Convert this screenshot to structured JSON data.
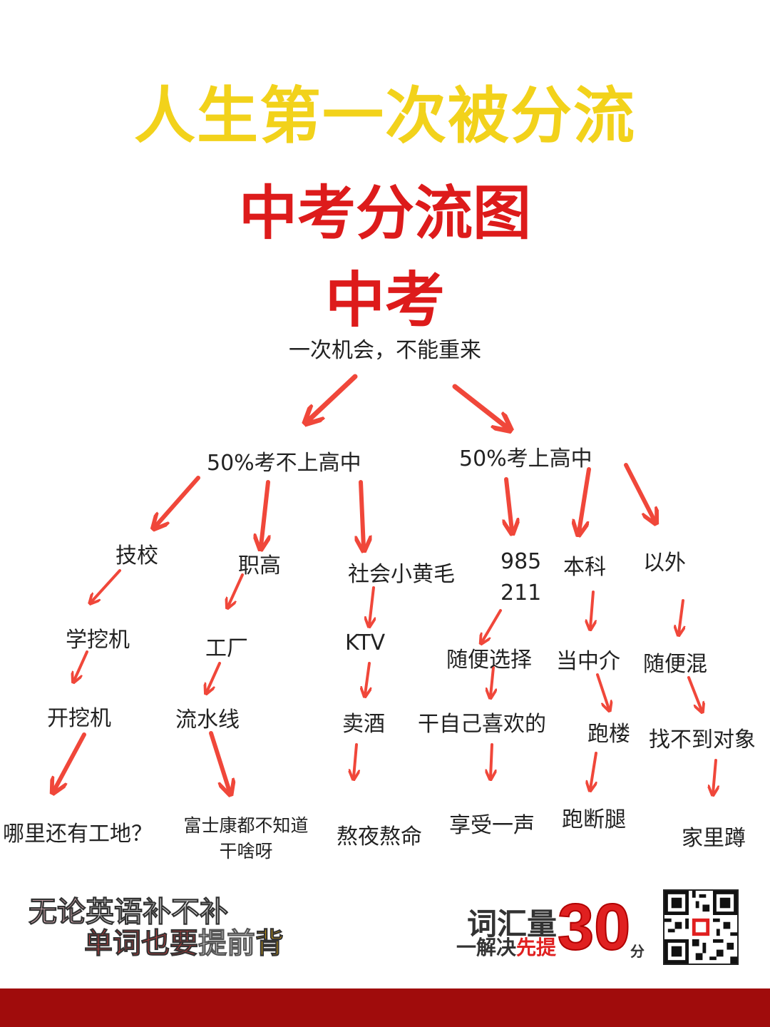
{
  "colors": {
    "title_yellow": "#f2d21b",
    "title_red": "#dd1b1b",
    "arrow_red": "#f0473a",
    "bottom_bar": "#a00c0c"
  },
  "header": {
    "title_main": "人生第一次被分流",
    "title_sub": "中考分流图",
    "root": "中考",
    "root_caption": "一次机会，不能重来"
  },
  "branches": {
    "left": {
      "label": "50%考不上高中",
      "paths": [
        [
          "技校",
          "学挖机",
          "开挖机",
          "哪里还有工地？"
        ],
        [
          "职高",
          "工厂",
          "流水线",
          "富士康都不知道",
          "干啥呀"
        ],
        [
          "社会小黄毛",
          "KTV",
          "卖酒",
          "熬夜熬命"
        ]
      ]
    },
    "right": {
      "label": "50%考上高中",
      "paths": [
        [
          "985",
          "211",
          "随便选择",
          "干自己喜欢的",
          "享受一声"
        ],
        [
          "本科",
          "当中介",
          "跑楼",
          "跑断腿"
        ],
        [
          "以外",
          "随便混",
          "找不到对象",
          "家里蹲"
        ]
      ]
    }
  },
  "promo": {
    "line1_parts": [
      "无论",
      "英语",
      "补不补"
    ],
    "line2_parts": [
      "单词也要",
      "提前",
      "背"
    ],
    "vocab_title": "词汇量",
    "vocab_sub_prefix": "一解决",
    "vocab_sub_highlight": "先提",
    "vocab_number": "30",
    "vocab_unit": "分",
    "qr_icon": "qr-code-icon"
  }
}
